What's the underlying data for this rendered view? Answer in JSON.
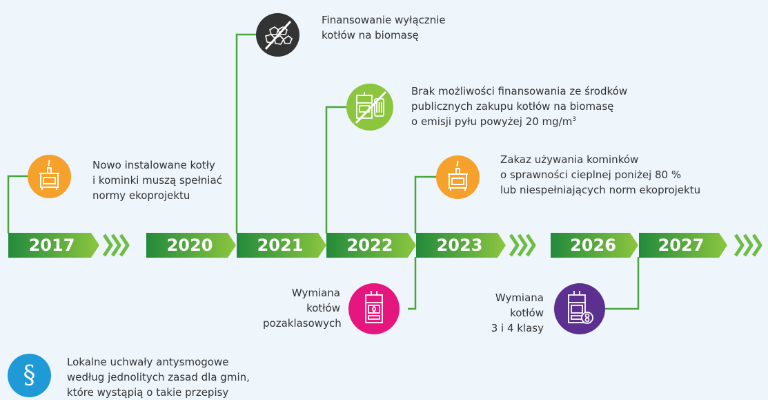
{
  "colors": {
    "background": "#eef5fb",
    "green": "#4aa63c",
    "orange": "#f5a12b",
    "dark": "#333333",
    "light_green": "#8cc63f",
    "magenta": "#e5177e",
    "purple": "#5c3091",
    "blue": "#1f9ad6"
  },
  "timeline": {
    "years": [
      "2017",
      "2020",
      "2021",
      "2022",
      "2023",
      "2026",
      "2027"
    ]
  },
  "events": {
    "e2017": {
      "icon": "stove-icon",
      "lines": [
        "Nowo instalowane kotły",
        "i kominki muszą spełniać",
        "normy ekoprojektu"
      ]
    },
    "e2021": {
      "icon": "no-coal-icon",
      "lines": [
        "Finansowanie wyłącznie",
        "kotłów na biomasę"
      ]
    },
    "e2022": {
      "icon": "no-boiler-icon",
      "lines": [
        "Brak możliwości finansowania ze środków",
        "publicznych zakupu kotłów na biomasę",
        "o emisji pyłu powyżej 20 mg/m",
        "3"
      ]
    },
    "e2023top": {
      "icon": "stove-icon",
      "lines": [
        "Zakaz używania kominków",
        "o sprawności cieplnej poniżej 80 %",
        "lub niespełniających norm ekoprojektu"
      ]
    },
    "e2023bottom": {
      "icon": "boiler-icon",
      "lines": [
        "Wymiana",
        "kotłów",
        "pozaklasowych"
      ]
    },
    "e2027": {
      "icon": "boiler-class-icon",
      "lines": [
        "Wymiana",
        "kotłów",
        "3 i 4 klasy"
      ]
    },
    "local": {
      "icon": "paragraph-icon",
      "symbol": "§",
      "lines": [
        "Lokalne uchwały antysmogowe",
        "według jednolitych zasad dla gmin,",
        "które wystąpią o takie przepisy"
      ]
    }
  }
}
